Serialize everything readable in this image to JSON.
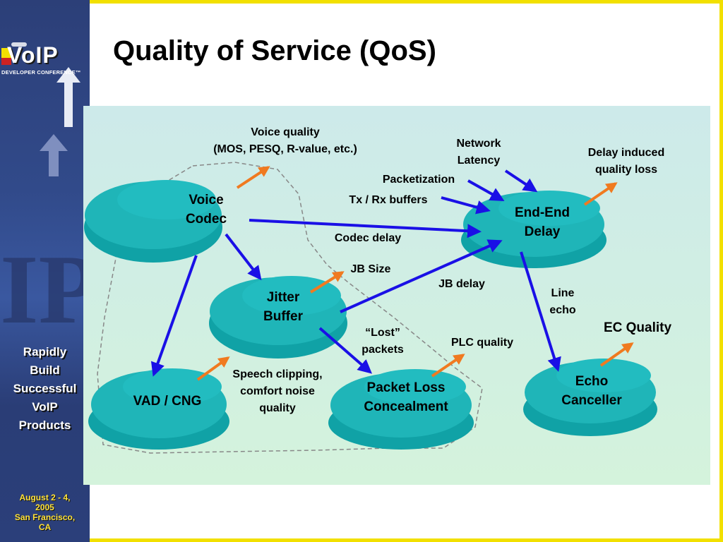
{
  "slide": {
    "title": "Quality of Service (QoS)"
  },
  "sidebar": {
    "logo_text": "VoIP",
    "logo_subtitle": "DEVELOPER CONFERENCE™",
    "tagline": "Rapidly\nBuild\nSuccessful\nVoIP\nProducts",
    "event_date": "August 2 - 4,\n2005\nSan Francisco,\nCA"
  },
  "diagram": {
    "nodes": {
      "voice_codec": "Voice\nCodec",
      "jitter_buffer": "Jitter\nBuffer",
      "vad_cng": "VAD / CNG",
      "packet_loss": "Packet Loss\nConcealment",
      "end_end_delay": "End-End\nDelay",
      "echo_canceller": "Echo\nCanceller"
    },
    "labels": {
      "voice_quality": "Voice quality\n(MOS, PESQ, R-value, etc.)",
      "network_latency": "Network\nLatency",
      "delay_induced": "Delay induced\nquality loss",
      "packetization": "Packetization",
      "tx_rx_buffers": "Tx / Rx buffers",
      "codec_delay": "Codec delay",
      "jb_size": "JB Size",
      "jb_delay": "JB delay",
      "line_echo": "Line\necho",
      "ec_quality": "EC Quality",
      "lost_packets": "“Lost”\npackets",
      "plc_quality": "PLC quality",
      "speech_clipping": "Speech clipping,\ncomfort noise\nquality"
    },
    "colors": {
      "node_fill": "#1fb5b8",
      "node_shadow": "#10a2a6",
      "arrow_blue": "#1a10e6",
      "arrow_orange": "#f07a20",
      "background": "#cdeee4",
      "dashed_region": "#888888"
    }
  }
}
